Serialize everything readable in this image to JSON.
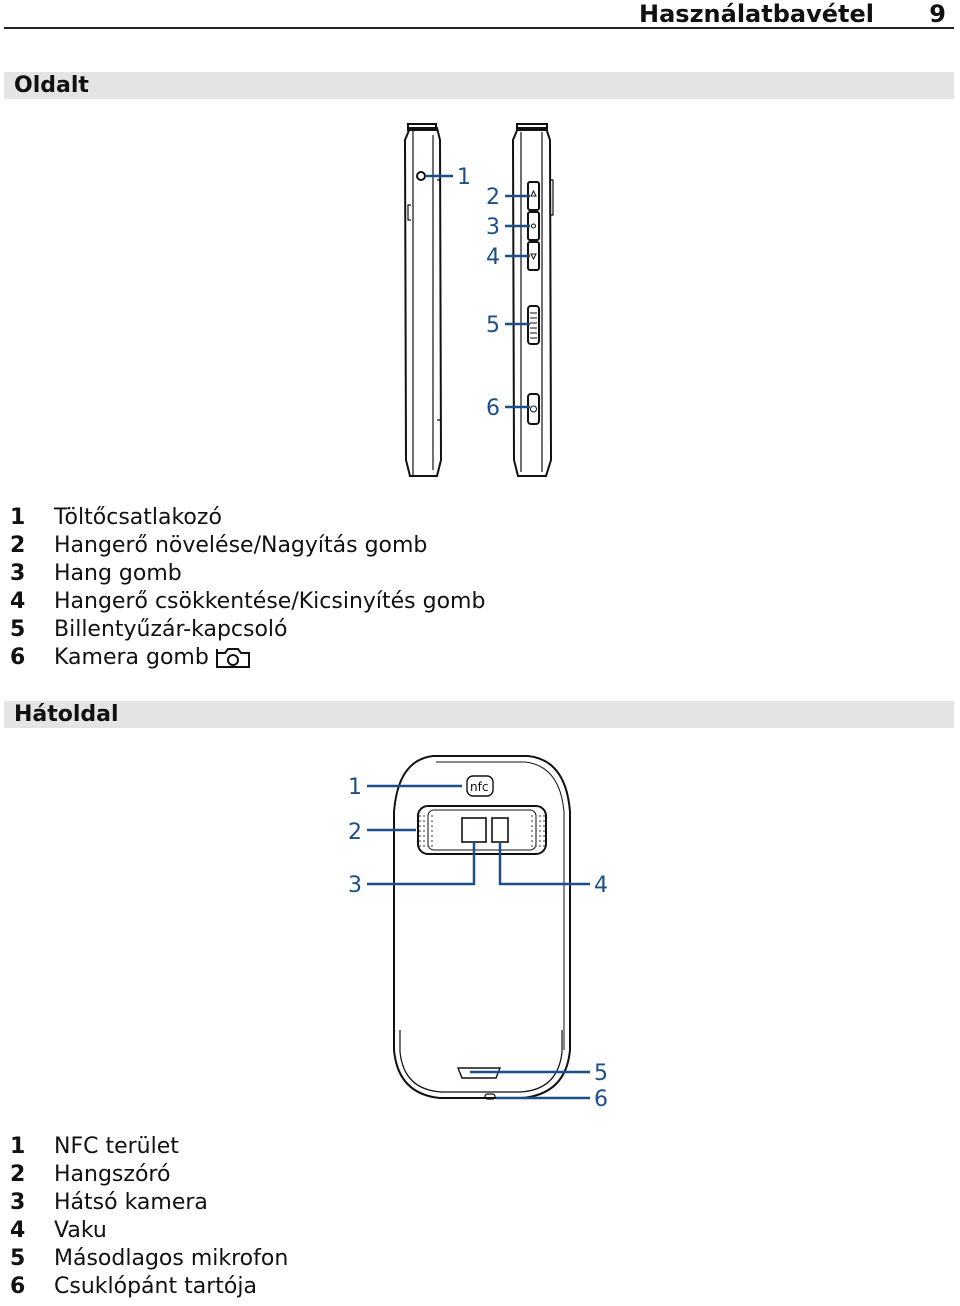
{
  "header": {
    "title": "Használatbavétel",
    "page_number": "9"
  },
  "sections": {
    "side": {
      "title": "Oldalt",
      "callouts": [
        "1",
        "2",
        "3",
        "4",
        "5",
        "6"
      ],
      "legend": [
        {
          "num": "1",
          "label": "Töltőcsatlakozó"
        },
        {
          "num": "2",
          "label": "Hangerő növelése/Nagyítás gomb"
        },
        {
          "num": "3",
          "label": "Hang gomb"
        },
        {
          "num": "4",
          "label": "Hangerő csökkentése/Kicsinyítés gomb"
        },
        {
          "num": "5",
          "label": "Billentyűzár-kapcsoló"
        },
        {
          "num": "6",
          "label": "Kamera gomb"
        }
      ]
    },
    "back": {
      "title": "Hátoldal",
      "nfc_logo": "nfc",
      "callouts": [
        "1",
        "2",
        "3",
        "4",
        "5",
        "6"
      ],
      "legend": [
        {
          "num": "1",
          "label": "NFC terület"
        },
        {
          "num": "2",
          "label": "Hangszóró"
        },
        {
          "num": "3",
          "label": "Hátsó kamera"
        },
        {
          "num": "4",
          "label": "Vaku"
        },
        {
          "num": "5",
          "label": "Másodlagos mikrofon"
        },
        {
          "num": "6",
          "label": "Csuklópánt tartója"
        }
      ]
    }
  },
  "colors": {
    "callout": "#1a4f8a",
    "section_bar": "#e4e4e4",
    "line_art": "#111111"
  },
  "icons": {
    "camera": "camera-icon"
  }
}
